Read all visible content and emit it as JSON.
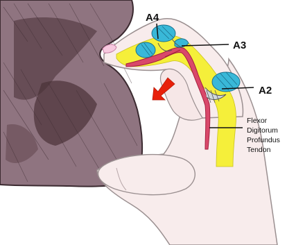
{
  "labels": {
    "a4": "A4",
    "a3": "A3",
    "a2": "A2",
    "tendon_line1": "Flexor",
    "tendon_line2": "Digitorum",
    "tendon_line3": "Profundus",
    "tendon_line4": "Tendon"
  },
  "colors": {
    "rock": "#8f7480",
    "rock_shadow": "#5a4048",
    "skin": "#f8ecec",
    "skin_edge": "#9a8f90",
    "tendon_sheath": "#f5ef3a",
    "tendon": "#d9486a",
    "pulley": "#39b8d8",
    "arrow": "#e8200a"
  }
}
